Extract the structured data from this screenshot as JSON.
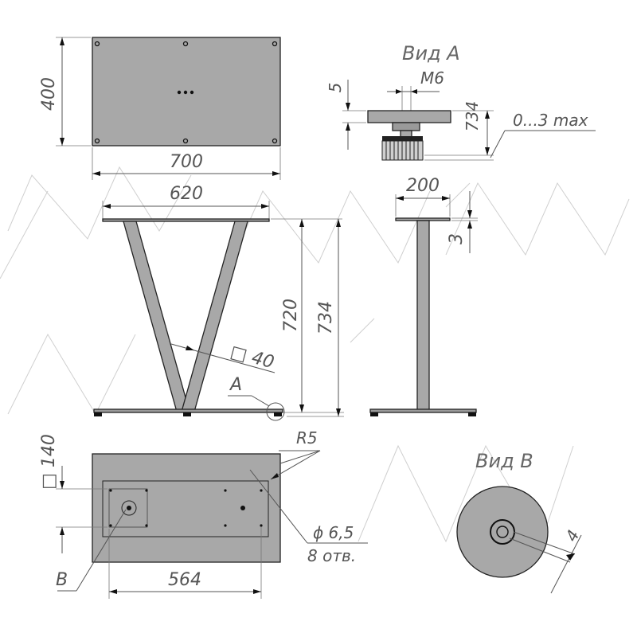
{
  "views": {
    "view_a_title": "Вид А",
    "view_b_title": "Вид B"
  },
  "dimensions": {
    "top_plate_height": "400",
    "top_plate_width": "700",
    "top_width": "620",
    "frame_height": "720",
    "total_height": "734",
    "tube_section": "□ 40",
    "callout_a": "A",
    "side_top_width": "200",
    "side_top_thickness": "3",
    "view_a_thread": "M6",
    "view_a_plate": "5",
    "view_a_height": "734",
    "view_a_adjust": "0...3 max",
    "base_square": "□ 140",
    "base_radius": "R5",
    "hole_diameter": "ϕ 6,5",
    "hole_count": "8 отв.",
    "base_length": "564",
    "callout_b": "B",
    "view_b_dim": "4"
  },
  "colors": {
    "metal": "#a8a8a8",
    "line": "#555555",
    "outline": "#222222"
  }
}
